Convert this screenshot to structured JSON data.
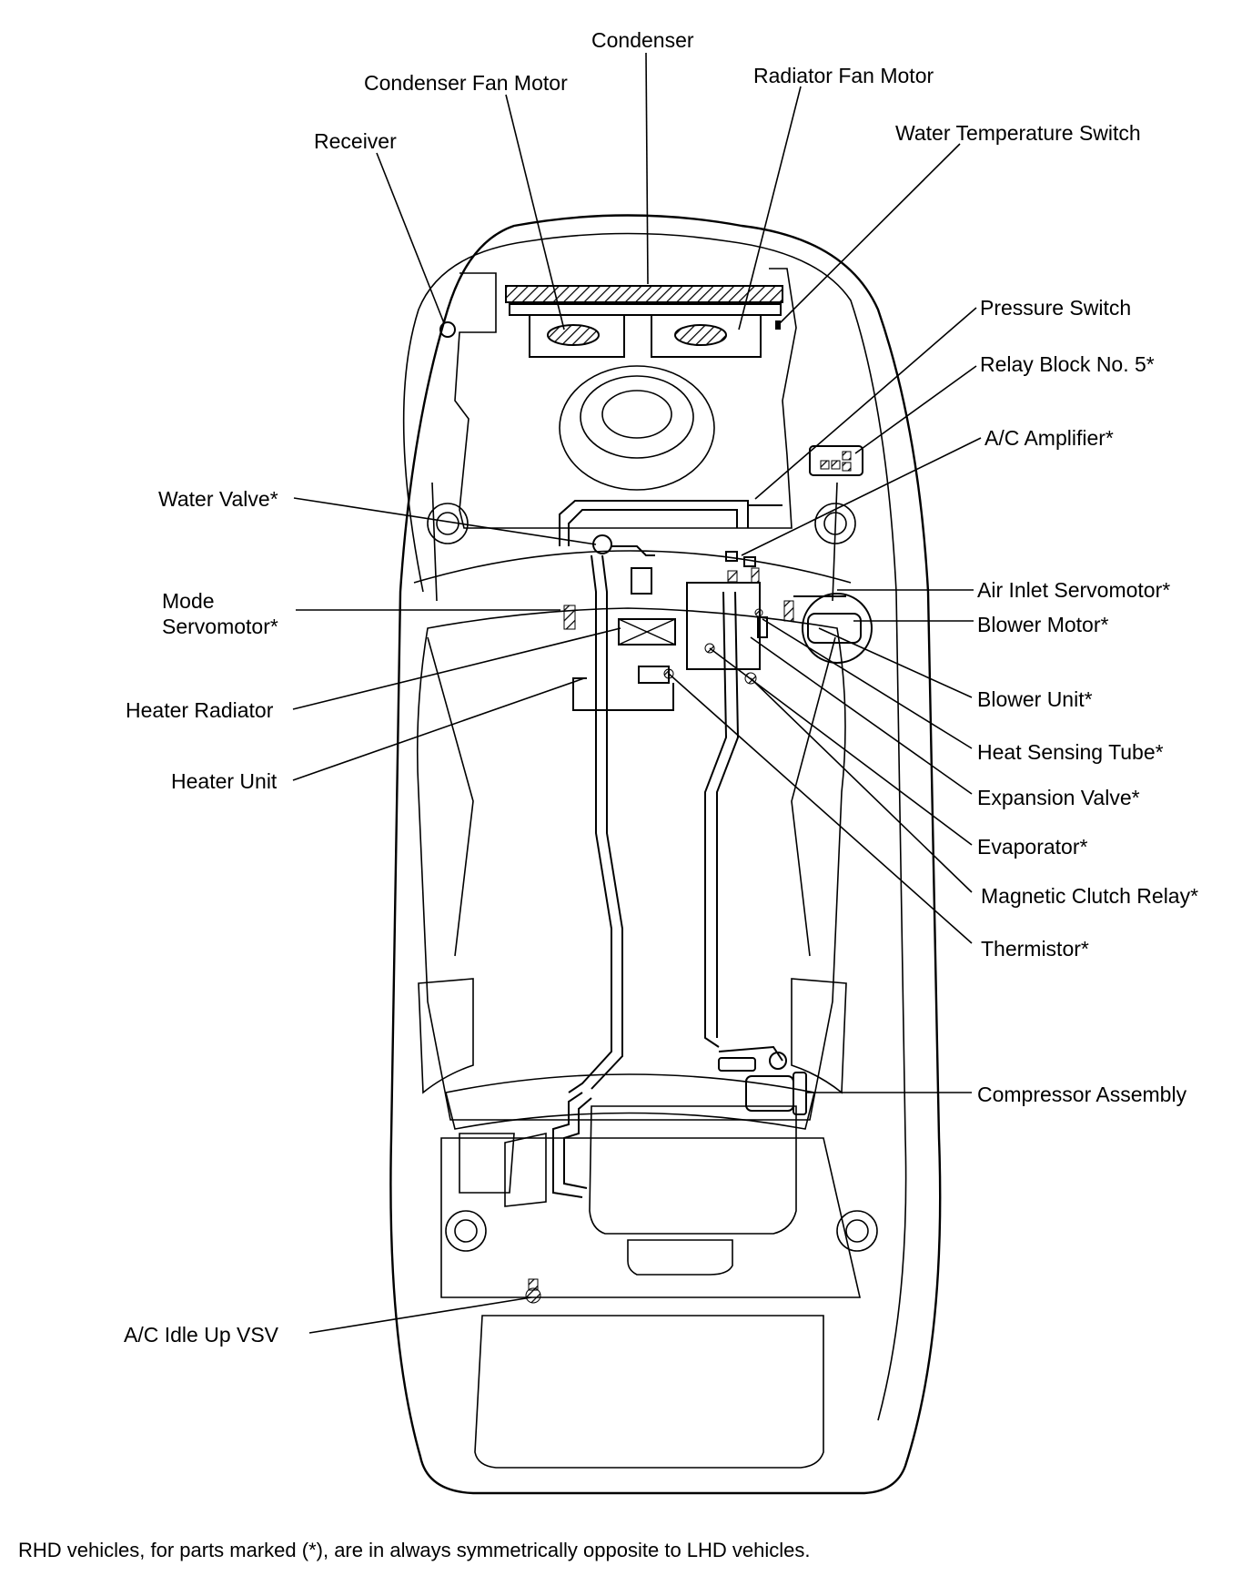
{
  "labels": {
    "condenser": "Condenser",
    "condenser_fan_motor": "Condenser Fan Motor",
    "radiator_fan_motor": "Radiator Fan Motor",
    "receiver": "Receiver",
    "water_temperature_switch": "Water Temperature Switch",
    "pressure_switch": "Pressure Switch",
    "relay_block_no5": "Relay Block No. 5*",
    "ac_amplifier": "A/C Amplifier*",
    "water_valve": "Water Valve*",
    "mode_line1": "Mode",
    "mode_line2": "Servomotor*",
    "air_inlet_servomotor": "Air Inlet Servomotor*",
    "blower_motor": "Blower Motor*",
    "heater_radiator": "Heater Radiator",
    "blower_unit": "Blower Unit*",
    "heat_sensing_tube": "Heat Sensing Tube*",
    "heater_unit": "Heater Unit",
    "expansion_valve": "Expansion Valve*",
    "evaporator": "Evaporator*",
    "magnetic_clutch_relay": "Magnetic Clutch Relay*",
    "thermistor": "Thermistor*",
    "compressor_assembly": "Compressor Assembly",
    "ac_idle_up_vsv": "A/C Idle Up VSV"
  },
  "footnote": "RHD vehicles, for parts marked (*), are in always symmetrically opposite to LHD vehicles."
}
